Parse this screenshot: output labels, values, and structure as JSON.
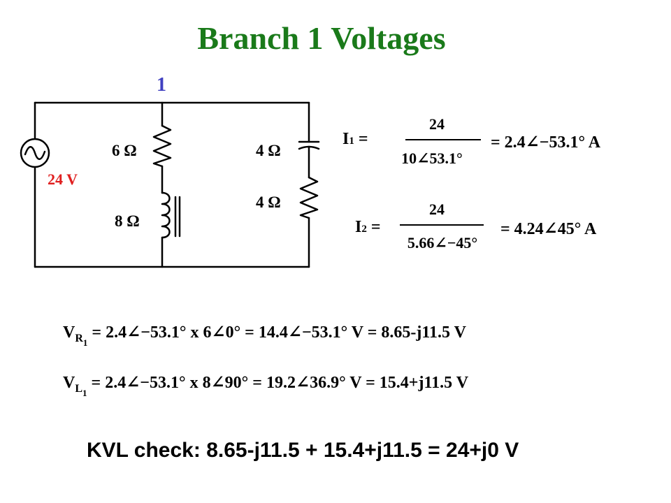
{
  "title": "Branch 1 Voltages",
  "node_label": "1",
  "source_label": "24 V",
  "components": {
    "r1": "6 Ω",
    "l1": "8 Ω",
    "c2": "4 Ω",
    "r2": "4 Ω"
  },
  "eq_i1": {
    "lhs": "I",
    "lhs_sub": "1",
    "equals": "=",
    "numerator": "24",
    "denominator": "10∠53.1°",
    "result": "= 2.4∠−53.1° A"
  },
  "eq_i2": {
    "lhs": "I",
    "lhs_sub": "2",
    "equals": "=",
    "numerator": "24",
    "denominator": "5.66∠−45°",
    "result": "= 4.24∠45° A"
  },
  "eq_vr1": {
    "lhs": "V",
    "sub": "R",
    "subsub": "1",
    "rhs": "= 2.4∠−53.1° x 6∠0° = 14.4∠−53.1° V = 8.65-j11.5 V"
  },
  "eq_vl1": {
    "lhs": "V",
    "sub": "L",
    "subsub": "1",
    "rhs": "= 2.4∠−53.1° x 8∠90° = 19.2∠36.9° V = 15.4+j11.5 V"
  },
  "kvl": {
    "label": "KVL check:",
    "expression": "8.65-j11.5 + 15.4+j11.5 = 24+j0 V"
  },
  "colors": {
    "title": "#1a7a1a",
    "node": "#4040c0",
    "source": "#e02020"
  }
}
